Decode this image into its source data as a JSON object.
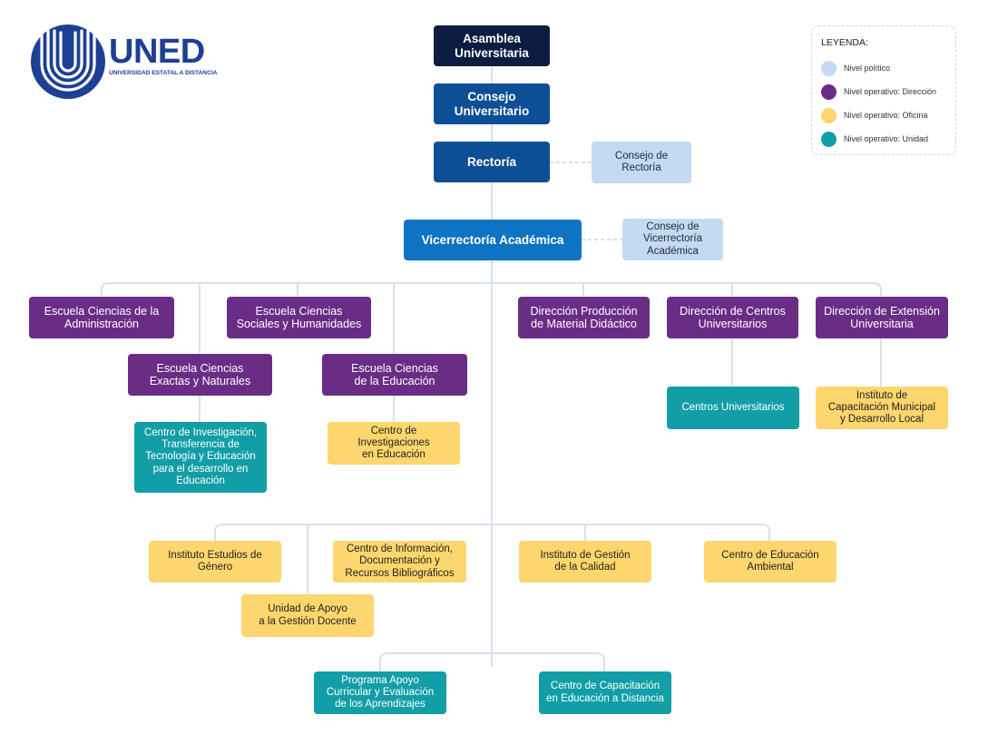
{
  "logo": {
    "name": "UNED",
    "tagline": "UNIVERSIDAD ESTATAL A DISTANCIA"
  },
  "legend": {
    "title": "LEYENDA:",
    "items": [
      {
        "label": "Nivel político",
        "color": "#c3daf1"
      },
      {
        "label": "Nivel operativo: Dirección",
        "color": "#6a2d86"
      },
      {
        "label": "Nivel operativo: Oficina",
        "color": "#fdd66d"
      },
      {
        "label": "Nivel operativo: Unidad",
        "color": "#129ea6"
      }
    ]
  },
  "colors": {
    "top": "#0c1d3f",
    "consejo_rectoria": "#0d4f96",
    "vicerrectoria": "#0d73c2",
    "politico": "#c3daf1",
    "direccion": "#6a2d86",
    "oficina": "#fdd66d",
    "unidad": "#129ea6",
    "connector": "#d6e1ec"
  },
  "nodes": {
    "asamblea": "Asamblea\nUniversitaria",
    "consejo_universitario": "Consejo\nUniversitario",
    "rectoria": "Rectoría",
    "consejo_rectoria": "Consejo de\nRectoría",
    "vicerrectoria": "Vicerrectoría Académica",
    "consejo_vicerrectoria": "Consejo de\nVicerrectoría\nAcadémica",
    "esc_admin": "Escuela Ciencias de la\nAdministración",
    "esc_sociales": "Escuela Ciencias\nSociales y Humanidades",
    "esc_exactas": "Escuela Ciencias\nExactas y Naturales",
    "esc_educacion": "Escuela Ciencias\nde la Educación",
    "dir_material": "Dirección Producción\nde Material Didáctico",
    "dir_centros": "Dirección de Centros\nUniversitarios",
    "dir_extension": "Dirección de Extensión\nUniversitaria",
    "centro_investigacion": "Centro de Investigación,\nTransferencia de\nTecnología y Educación\npara el desarrollo en\nEducación",
    "centro_inv_educacion": "Centro de\nInvestigaciones\nen Educación",
    "centros_universitarios": "Centros Universitarios",
    "instituto_capacitacion": "Instituto de\nCapacitación Municipal\ny Desarrollo Local",
    "instituto_genero": "Instituto Estudios de\nGénero",
    "centro_informacion": "Centro de Información,\nDocumentación y\nRecursos Bibliográficos",
    "instituto_calidad": "Instituto de Gestión\nde la Calidad",
    "centro_ambiental": "Centro de Educación\nAmbiental",
    "unidad_apoyo": "Unidad de Apoyo\na la Gestión Docente",
    "programa_apoyo": "Programa Apoyo\nCurricular y Evaluación\nde los Aprendizajes",
    "centro_capacitacion": "Centro de Capacitación\nen Educación a Distancia"
  }
}
